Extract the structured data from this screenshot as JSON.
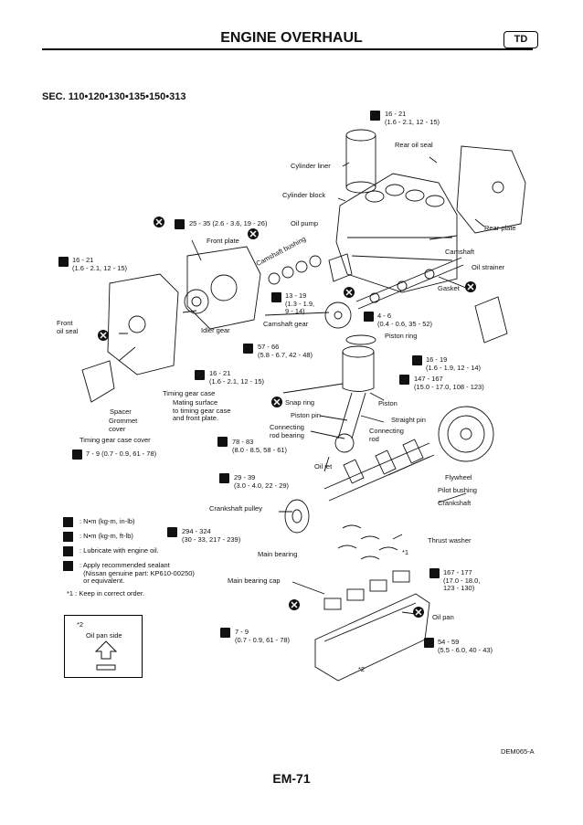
{
  "header": {
    "title": "ENGINE OVERHAUL",
    "badge": "TD"
  },
  "section": "SEC. 110•120•130•135•150•313",
  "labels": {
    "cylinder_liner": "Cylinder liner",
    "cylinder_block": "Cylinder block",
    "rear_oil_seal": "Rear oil seal",
    "rear_plate": "Rear plate",
    "oil_pump": "Oil pump",
    "camshaft_bushing": "Camshaft bushing",
    "front_plate": "Front plate",
    "camshaft": "Camshaft",
    "oil_strainer": "Oil strainer",
    "gasket": "Gasket",
    "front_oil_seal": "Front\noil seal",
    "idler_gear": "Idler gear",
    "camshaft_gear": "Camshaft gear",
    "piston_ring": "Piston ring",
    "timing_gear_case": "Timing gear case",
    "mating_surface": "Mating surface\nto timing gear case\nand front plate.",
    "spacer": "Spacer",
    "grommet_cover": "Grommet\ncover",
    "timing_gear_case_cover": "Timing gear case cover",
    "snap_ring": "Snap ring",
    "piston": "Piston",
    "piston_pin": "Piston pin",
    "straight_pin": "Straight pin",
    "connecting_rod_bearing": "Connecting\nrod bearing",
    "connecting_rod": "Connecting\nrod",
    "oil_jet": "Oil jet",
    "flywheel": "Flywheel",
    "pilot_bushing": "Pilot bushing",
    "crankshaft": "Crankshaft",
    "crankshaft_pulley": "Crankshaft pulley",
    "thrust_washer": "Thrust washer",
    "main_bearing": "Main bearing",
    "star1": "*1",
    "main_bearing_cap": "Main bearing cap",
    "oil_pan": "Oil pan",
    "star2": "*2",
    "oil_pan_side": "Oil pan side"
  },
  "torques": {
    "t_16_21_top": "16 - 21\n(1.6 - 2.1, 12 - 15)",
    "t_25_35": "25 - 35 (2.6 - 3.6, 19 - 26)",
    "t_16_21_left": "16 - 21\n(1.6 - 2.1, 12 - 15)",
    "t_13_19": "13 - 19\n(1.3 - 1.9,\n9 - 14)",
    "t_4_6": "4 - 6\n(0.4 - 0.6, 35 - 52)",
    "t_57_66": "57 - 66\n(5.8 - 6.7, 42 - 48)",
    "t_16_19": "16 - 19\n(1.6 - 1.9, 12 - 14)",
    "t_16_21_mid": "16 - 21\n(1.6 - 2.1, 12 - 15)",
    "t_147_167": "147 - 167\n(15.0 - 17.0, 108 - 123)",
    "t_7_9_left": "7 - 9 (0.7 - 0.9, 61 - 78)",
    "t_78_83": "78 - 83\n(8.0 - 8.5, 58 - 61)",
    "t_29_39": "29 - 39\n(3.0 - 4.0, 22 - 29)",
    "t_294_324": "294 - 324\n(30 - 33, 217 - 239)",
    "t_167_177": "167 - 177\n(17.0 - 18.0,\n123 - 130)",
    "t_7_9_bottom": "7 - 9\n(0.7 - 0.9, 61 - 78)",
    "t_54_59": "54 - 59\n(5.5 - 6.0, 40 - 43)"
  },
  "legend": {
    "nm_in_lb": ": N•m (kg-m, in-lb)",
    "nm_ft_lb": ": N•m (kg-m, ft-lb)",
    "lubricate": ": Lubricate with engine oil.",
    "sealant": ": Apply recommended sealant\n  (Nissan genuine part: KP610-00250)\n  or equivalent.",
    "keep_order": "*1  : Keep in correct order."
  },
  "footer": {
    "ref": "DEM065-A",
    "page": "EM-71"
  },
  "colors": {
    "ink": "#111111",
    "paper": "#ffffff"
  }
}
